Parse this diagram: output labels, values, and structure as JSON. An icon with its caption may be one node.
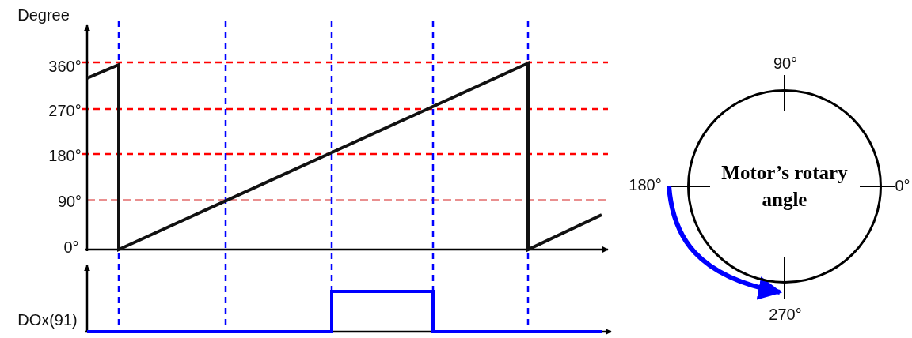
{
  "diagram": {
    "nodes": [
      {
        "text": [
          "Motor’s rotary angle"
        ]
      }
    ],
    "labels": [
      "Degree",
      "360°",
      "270°",
      "180°",
      "90°",
      "0°",
      "DOx(91)",
      "90°",
      "180°",
      "0°",
      "270°"
    ]
  }
}
